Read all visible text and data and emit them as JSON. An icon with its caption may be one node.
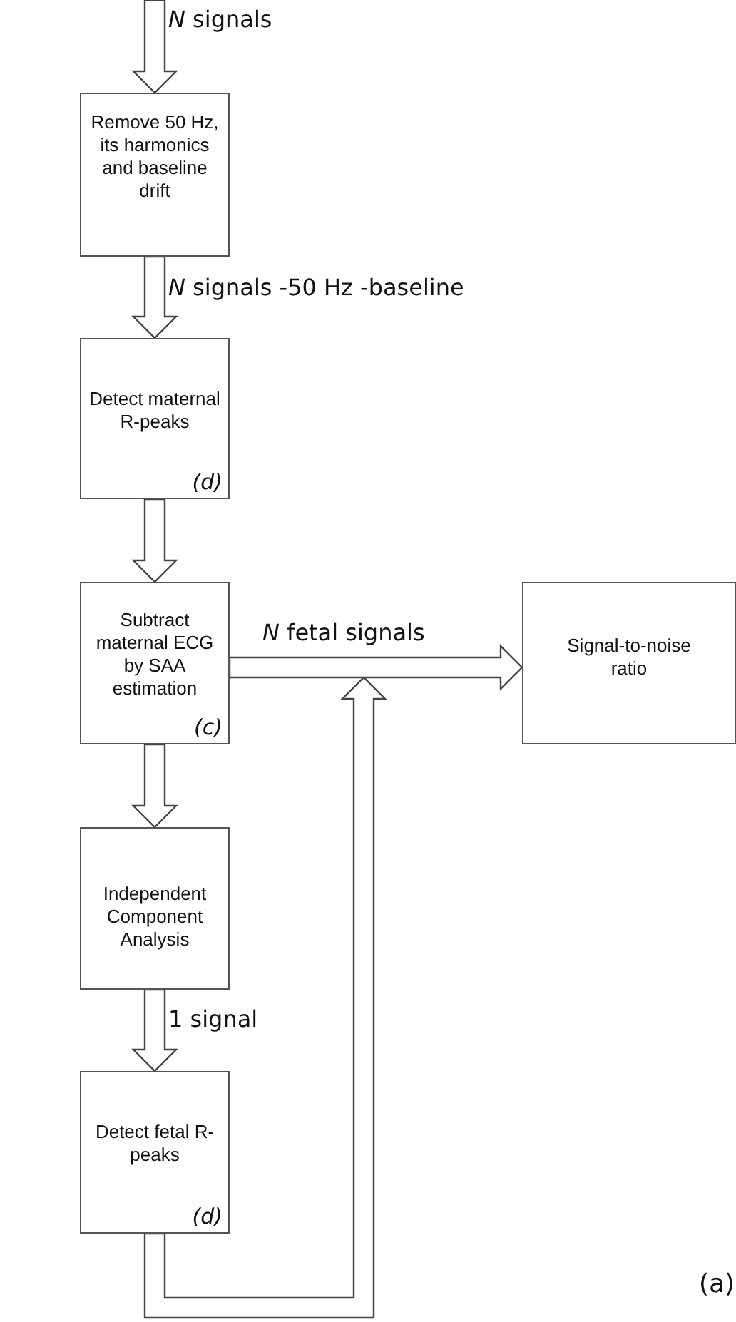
{
  "diagram": {
    "nodes": [
      {
        "text": [
          "Remove 50 Hz, its harmonics and baseline drift"
        ]
      },
      {
        "text": [
          "Detect maternal R-peaks",
          "(d)"
        ]
      },
      {
        "text": [
          "Subtract maternal ECG by SAA estimation",
          "(c)"
        ]
      },
      {
        "text": [
          "Independent Component Analysis"
        ]
      },
      {
        "text": [
          "Detect fetal R-peaks",
          "(d)"
        ]
      },
      {
        "text": [
          "Signal-to-noise ratio"
        ]
      }
    ],
    "edges": [
      {
        "from": null,
        "to": 0,
        "arrow": "to",
        "label": "*N* signals"
      },
      {
        "from": 0,
        "to": 1,
        "arrow": "to",
        "label": "*N* signals -50 Hz -baseline"
      },
      {
        "from": 1,
        "to": 2,
        "arrow": "to"
      },
      {
        "from": 2,
        "to": 5,
        "arrow": "to",
        "label": "*N* fetal signals"
      },
      {
        "from": 2,
        "to": 3,
        "arrow": "to"
      },
      {
        "from": 3,
        "to": 4,
        "arrow": "to",
        "label": "1 signal"
      },
      {
        "from": 4,
        "to": 5,
        "arrow": "to"
      }
    ],
    "labels": [
      "(a)"
    ]
  }
}
